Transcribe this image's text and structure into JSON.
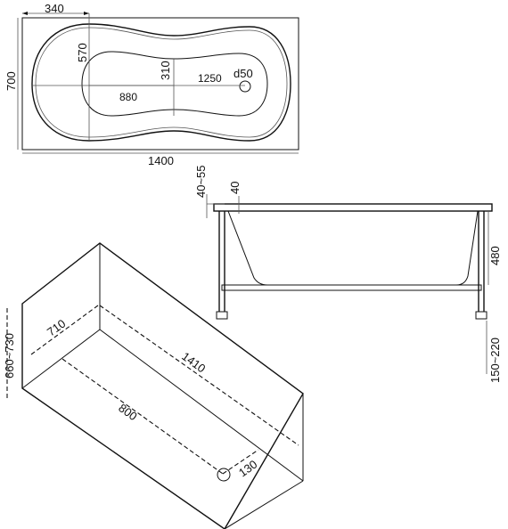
{
  "top_view": {
    "dim_offset": "340",
    "dim_inner_width": "570",
    "dim_length": "1400",
    "dim_width": "700",
    "dim_inner_depth": "310",
    "dim_drain_offset": "1250",
    "dim_inner_length": "880",
    "drain_label": "d50"
  },
  "side_view": {
    "dim_rim_height": "40~55",
    "dim_rim": "40",
    "dim_depth": "480",
    "dim_leg_height": "150~220"
  },
  "iso_view": {
    "dim_height": "660~730",
    "dim_width": "710",
    "dim_length": "1410",
    "dim_inner_length": "800",
    "dim_drain": "130"
  }
}
